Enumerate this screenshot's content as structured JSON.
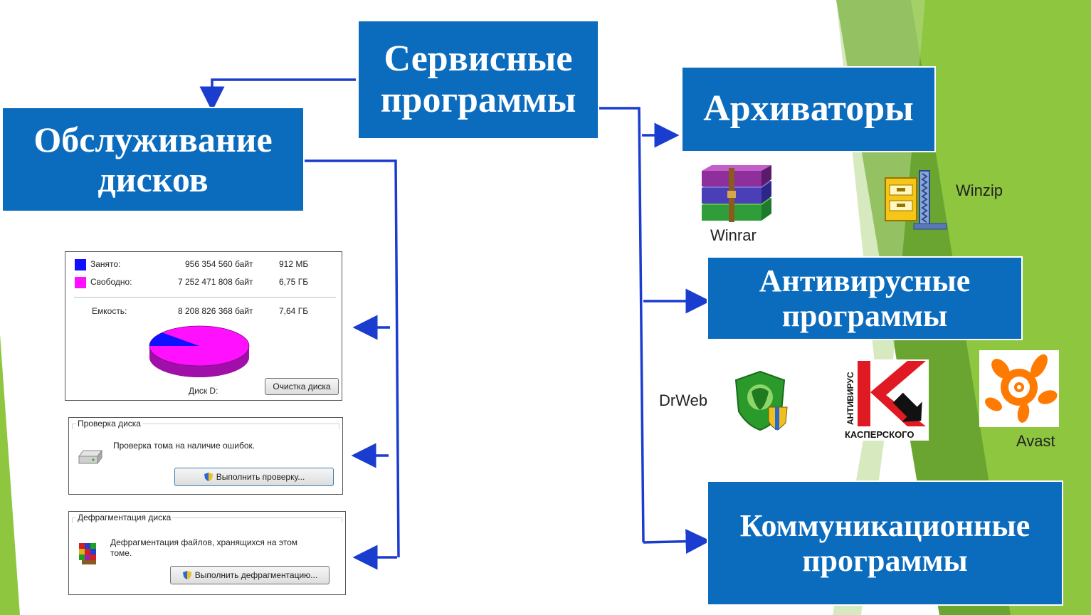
{
  "nodes": {
    "service": "Сервисные\nпрограммы",
    "disk": "Обслуживание\nдисков",
    "archivers": "Архиваторы",
    "antivirus": "Антивирусные\nпрограммы",
    "comm": "Коммуникационные\nпрограммы"
  },
  "logos": {
    "winrar": "Winrar",
    "winzip": "Winzip",
    "drweb": "DrWeb",
    "kaspersky_vertical": "АНТИВИРУС",
    "kaspersky_bottom": "КАСПЕРСКОГО",
    "avast": "Avast"
  },
  "disk_props": {
    "used_label": "Занято:",
    "used_bytes": "956 354 560 байт",
    "used_size": "912 МБ",
    "free_label": "Свободно:",
    "free_bytes": "7 252 471 808 байт",
    "free_size": "6,75 ГБ",
    "capacity_label": "Емкость:",
    "capacity_bytes": "8 208 826 368 байт",
    "capacity_size": "7,64 ГБ",
    "disk_name": "Диск D:",
    "cleanup_button": "Очистка диска",
    "used_fraction": 0.1165,
    "used_color": "#1010ff",
    "free_color": "#ff10ff"
  },
  "check_panel": {
    "title": "Проверка диска",
    "description": "Проверка тома на наличие ошибок.",
    "button": "Выполнить проверку..."
  },
  "defrag_panel": {
    "title": "Дефрагментация диска",
    "description": "Дефрагментация файлов, хранящихся на этом\nтоме.",
    "button": "Выполнить дефрагментацию..."
  },
  "colors": {
    "box_fill": "#0b6cbd",
    "connector": "#1a3ccf",
    "green_dark": "#5f9b2d",
    "green_light": "#8ec63f"
  }
}
